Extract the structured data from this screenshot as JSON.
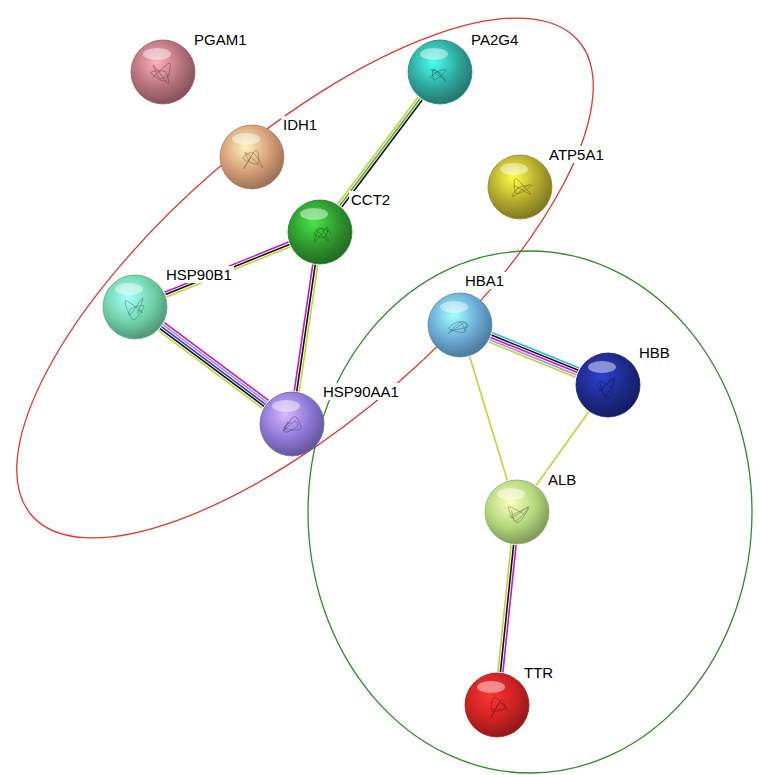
{
  "diagram": {
    "nodes": [
      {
        "text": [
          "PGAM1"
        ]
      },
      {
        "text": [
          "PA2G4"
        ]
      },
      {
        "text": [
          "IDH1"
        ]
      },
      {
        "text": [
          "ATP5A1"
        ]
      },
      {
        "text": [
          "CCT2"
        ]
      },
      {
        "text": [
          "HSP90B1"
        ]
      },
      {
        "text": [
          "HBA1"
        ]
      },
      {
        "text": [
          "HBB"
        ]
      },
      {
        "text": [
          "HSP90AA1"
        ]
      },
      {
        "text": [
          "ALB"
        ]
      },
      {
        "text": [
          "TTR"
        ]
      }
    ],
    "edges": [
      {
        "from": 1,
        "to": 4,
        "arrow": "none"
      },
      {
        "from": 4,
        "to": 5,
        "arrow": "none"
      },
      {
        "from": 4,
        "to": 8,
        "arrow": "none"
      },
      {
        "from": 5,
        "to": 8,
        "arrow": "none"
      },
      {
        "from": 6,
        "to": 7,
        "arrow": "none"
      },
      {
        "from": 6,
        "to": 9,
        "arrow": "none"
      },
      {
        "from": 7,
        "to": 9,
        "arrow": "none"
      },
      {
        "from": 9,
        "to": 10,
        "arrow": "none"
      }
    ]
  }
}
